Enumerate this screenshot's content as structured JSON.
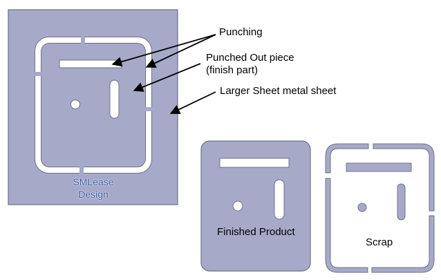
{
  "labels": {
    "punching": "Punching",
    "punched_out_line1": "Punched Out piece",
    "punched_out_line2": "(finish part)",
    "larger_sheet": "Larger Sheet metal  sheet",
    "finished_product": "Finished Product",
    "scrap": "Scrap"
  },
  "watermark": {
    "line1": "SMLease",
    "line2": "Design"
  },
  "colors": {
    "sheet_fill": "#a6a9c7",
    "sheet_stroke": "#6f7189",
    "hole_fill": "#ffffff",
    "arrow": "#000000",
    "watermark_text": "#3a5fa8"
  }
}
